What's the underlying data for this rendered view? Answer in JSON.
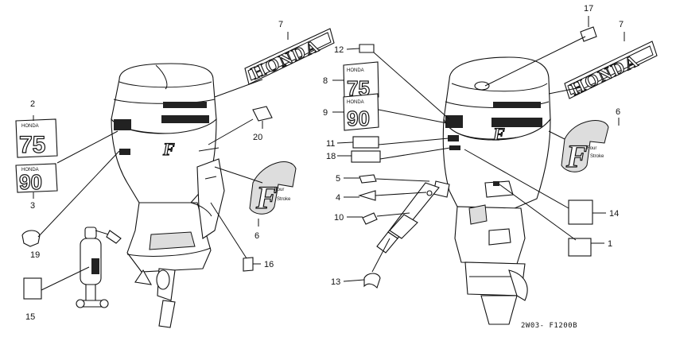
{
  "callouts": {
    "c1": "1",
    "c2": "2",
    "c3": "3",
    "c4": "4",
    "c5": "5",
    "c6a": "6",
    "c6b": "6",
    "c7a": "7",
    "c7b": "7",
    "c8": "8",
    "c9": "9",
    "c10": "10",
    "c11": "11",
    "c12": "12",
    "c13": "13",
    "c14": "14",
    "c15": "15",
    "c16": "16",
    "c17": "17",
    "c18": "18",
    "c19": "19",
    "c20": "20"
  },
  "decals": {
    "brand_left": "HONDA",
    "brand_right": "HONDA",
    "plate_75_brand": "HONDA",
    "plate_75_value": "75",
    "plate_90_brand": "HONDA",
    "plate_90_value": "90",
    "plate_75_brand_r": "HONDA",
    "plate_75_value_r": "75",
    "plate_90_brand_r": "HONDA",
    "plate_90_value_r": "90",
    "four_stroke_big": "F",
    "four_stroke_small": "Four",
    "four_stroke_sub": "Stroke"
  },
  "diagram_code": "2W03- F1200B"
}
